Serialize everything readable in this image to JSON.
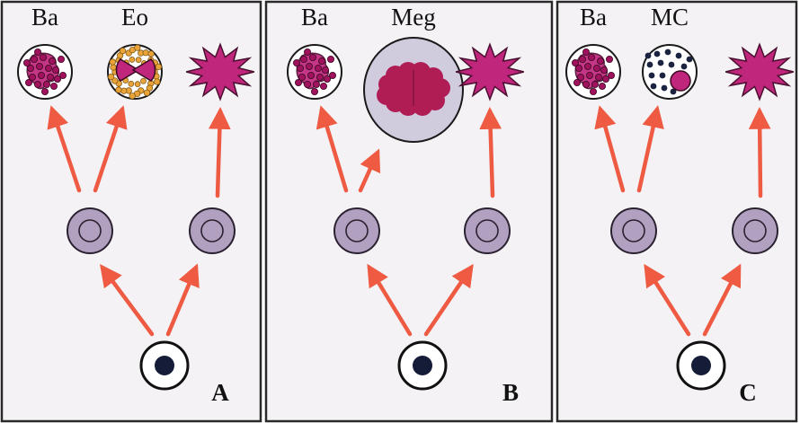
{
  "colors": {
    "arrow": "#ee5a42",
    "progenitor_fill": "#b2a0c0",
    "progenitor_stroke": "#2a2230",
    "granule_magenta": "#c0267c",
    "eosinophil_granule": "#e8a438",
    "megakaryocyte_fill": "#d0ccde",
    "megakaryocyte_nucleus": "#b01c54",
    "mast_cell_granule": "#1c2340",
    "stem_cell_nucleus": "#141c38",
    "panel_border": "#2a2a2a",
    "panel_background": "#f4f2f5"
  },
  "panels": [
    {
      "id": "A",
      "letter": "A",
      "left_cell_label": "Ba",
      "middle_cell_label": "Eo",
      "left_cell_icon": "basophil-icon",
      "middle_cell_icon": "eosinophil-icon",
      "right_cell_icon": "dendritic-cell-icon"
    },
    {
      "id": "B",
      "letter": "B",
      "left_cell_label": "Ba",
      "middle_cell_label": "Meg",
      "left_cell_icon": "basophil-icon",
      "middle_cell_icon": "megakaryocyte-icon",
      "right_cell_icon": "dendritic-cell-icon"
    },
    {
      "id": "C",
      "letter": "C",
      "left_cell_label": "Ba",
      "middle_cell_label": "MC",
      "left_cell_icon": "basophil-icon",
      "middle_cell_icon": "mast-cell-icon",
      "right_cell_icon": "dendritic-cell-icon"
    }
  ]
}
